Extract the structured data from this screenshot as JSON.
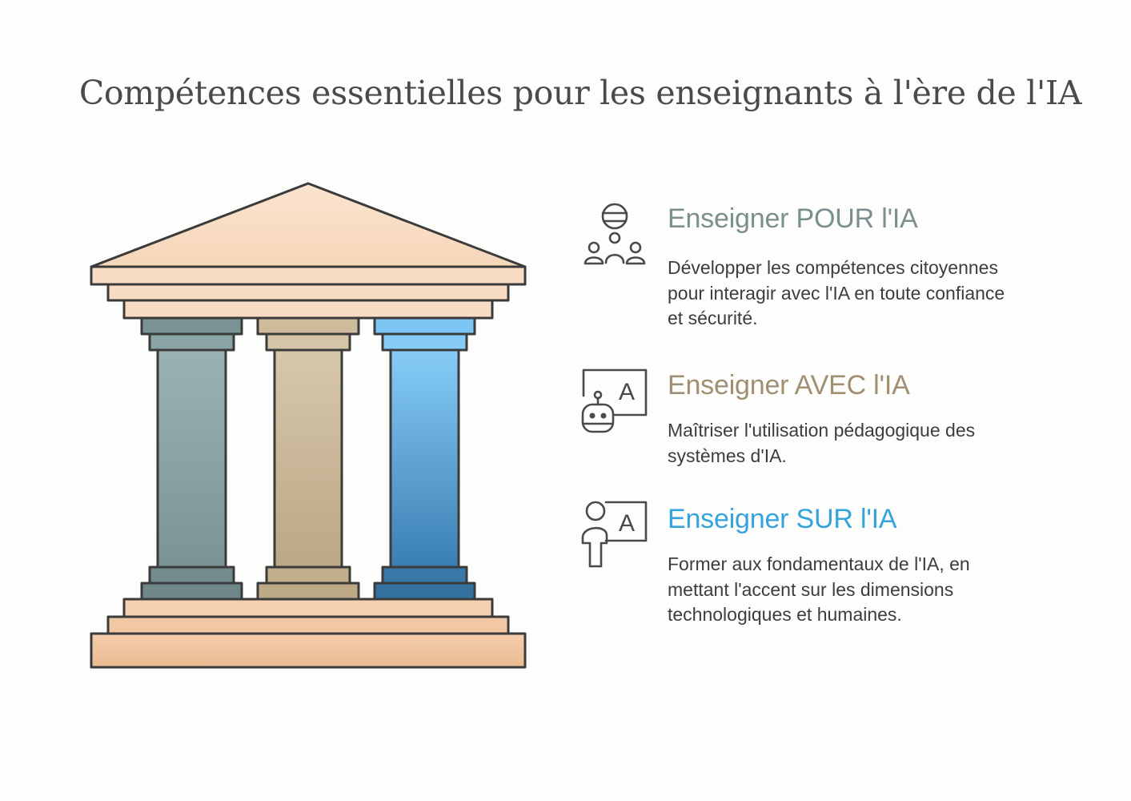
{
  "title": "Compétences essentielles pour les enseignants à l'ère de l'IA",
  "items": [
    {
      "heading": "Enseigner POUR l'IA",
      "description": "Développer les compétences citoyennes pour interagir avec l'IA en toute confiance et sécurité.",
      "color": "#7a8f8f",
      "icon": "group-leader-icon"
    },
    {
      "heading": "Enseigner AVEC l'IA",
      "description": "Maîtriser l'utilisation pédagogique des systèmes d'IA.",
      "color": "#a08f72",
      "icon": "robot-board-icon"
    },
    {
      "heading": "Enseigner SUR l'IA",
      "description": "Former aux fondamentaux de l'IA, en mettant l'accent sur les dimensions technologiques et humaines.",
      "color": "#35a3dd",
      "icon": "teacher-board-icon"
    }
  ],
  "diagram": {
    "name": "temple-pillars",
    "colors": {
      "roof": "#f9dcc4",
      "base": "#f0c29e",
      "pillar_pour": "#8aa3a4",
      "pillar_avec": "#cbb899",
      "pillar_sur": "#5aaee0",
      "outline": "#3b3b3b"
    }
  }
}
